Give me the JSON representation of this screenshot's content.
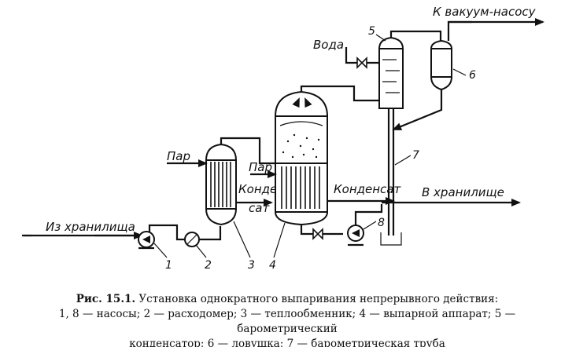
{
  "labels": {
    "from_storage": "Из хранилища",
    "to_storage": "В хранилище",
    "to_vacuum_pump": "К вакуум-насосу",
    "water": "Вода",
    "steam_1": "Пар",
    "steam_2": "Пар",
    "condensate_1": "Конден-",
    "condensate_2": "сат",
    "condensate_3": "Конденсат"
  },
  "numbers": {
    "n1": "1",
    "n2": "2",
    "n3": "3",
    "n4": "4",
    "n5": "5",
    "n6": "6",
    "n7": "7",
    "n8": "8"
  },
  "caption": {
    "prefix": "Рис. 15.1.",
    "title": "Установка однократного выпаривания непрерывного действия:",
    "legend_line1": "1, 8 — насосы; 2 — расходомер; 3 — теплообменник; 4 — выпарной аппарат; 5 — барометрический",
    "legend_line2": "конденсатор; 6 — ловушка; 7 — барометрическая труба"
  }
}
